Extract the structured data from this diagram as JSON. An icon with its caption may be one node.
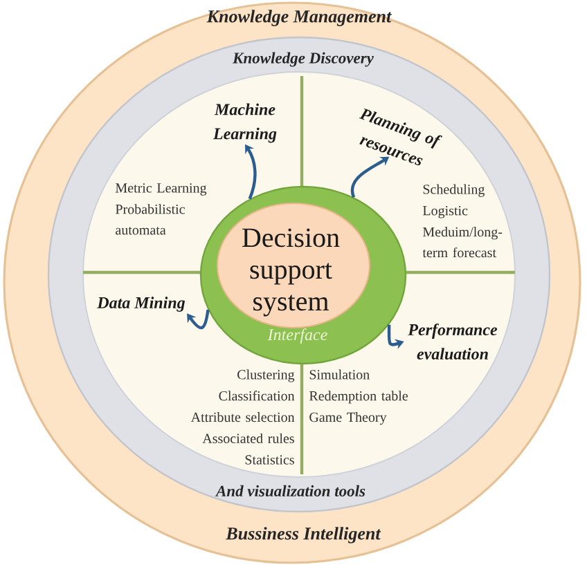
{
  "diagram": {
    "nodes": [
      {
        "text": [
          "Knowledge Management",
          "Bussiness Intelligent"
        ]
      },
      {
        "text": [
          "Knowledge Discovery",
          "And visualization tools"
        ],
        "in": 0
      },
      {
        "text": [
          "Machine Learning"
        ],
        "in": 1,
        "beside": [
          "Metric Learning",
          "Probabilistic automata"
        ]
      },
      {
        "text": [
          "Planning of resources"
        ],
        "in": 1,
        "beside": [
          "Scheduling",
          "Logistic",
          "Meduim/long-term forecast"
        ]
      },
      {
        "text": [
          "Interface"
        ],
        "in": 1
      },
      {
        "text": [
          "Decision support system"
        ],
        "in": 4
      },
      {
        "text": [
          "Data Mining"
        ],
        "in": 1,
        "beside": [
          "Clustering",
          "Classification",
          "Attribute selection",
          "Associated rules",
          "Statistics"
        ]
      },
      {
        "text": [
          "Performance evaluation"
        ],
        "in": 1,
        "beside": [
          "Simulation",
          "Redemption table",
          "Game Theory"
        ]
      }
    ],
    "edges": [
      {
        "from": 4,
        "to": 2,
        "arrow": "to"
      },
      {
        "from": 4,
        "to": 3,
        "arrow": "to"
      },
      {
        "from": 4,
        "to": 6,
        "arrow": "to"
      },
      {
        "from": 4,
        "to": 7,
        "arrow": "to"
      }
    ]
  }
}
